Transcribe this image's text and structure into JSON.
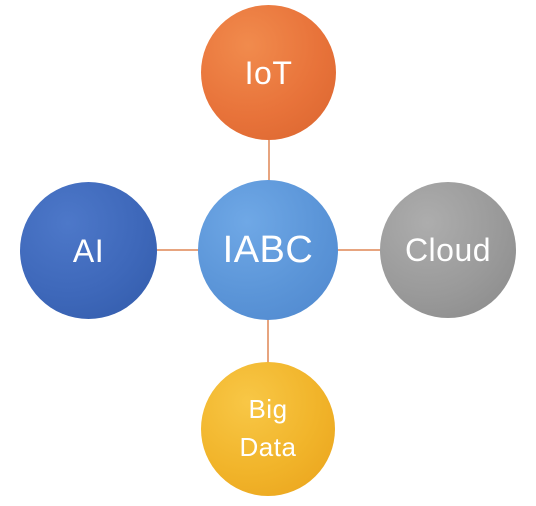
{
  "diagram": {
    "center": {
      "label": "IABC",
      "color": "#5b95d8"
    },
    "nodes": {
      "top": {
        "label": "IoT",
        "color": "#e8733a"
      },
      "left": {
        "label": "AI",
        "color": "#3e68ba"
      },
      "right": {
        "label": "Cloud",
        "color": "#9a9a9a"
      },
      "bottom": {
        "label_lines": [
          "Big",
          "Data"
        ],
        "color": "#f1b42a"
      }
    },
    "connector_color": "#e7a47f"
  }
}
